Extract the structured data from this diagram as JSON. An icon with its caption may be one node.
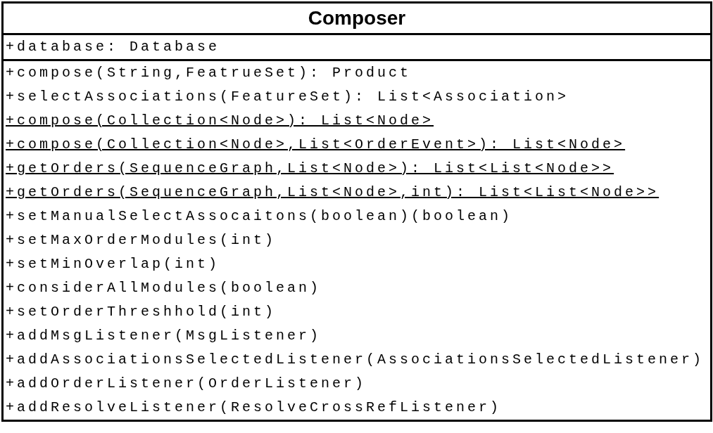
{
  "diagram": {
    "nodes": [
      {
        "text": [
          "Composer"
        ]
      },
      {
        "text": [
          "+database: Database"
        ],
        "in": 0
      },
      {
        "text": [
          "+compose(String,FeatrueSet): Product",
          "+selectAssociations(FeatureSet): List<Association>",
          "+compose(Collection<Node>): List<Node>",
          "+compose(Collection<Node>,List<OrderEvent>): List<Node>",
          "+getOrders(SequenceGraph,List<Node>): List<List<Node>>",
          "+getOrders(SequenceGraph,List<Node>,int): List<List<Node>>",
          "+setManualSelectAssocaitons(boolean)(boolean)",
          "+setMaxOrderModules(int)",
          "+setMinOverlap(int)",
          "+considerAllModules(boolean)",
          "+setOrderThreshhold(int)",
          "+addMsgListener(MsgListener)",
          "+addAssociationsSelectedListener(AssociationsSelectedListener)",
          "+addOrderListener(OrderListener)",
          "+addResolveListener(ResolveCrossRefListener)"
        ],
        "in": 0
      }
    ]
  }
}
